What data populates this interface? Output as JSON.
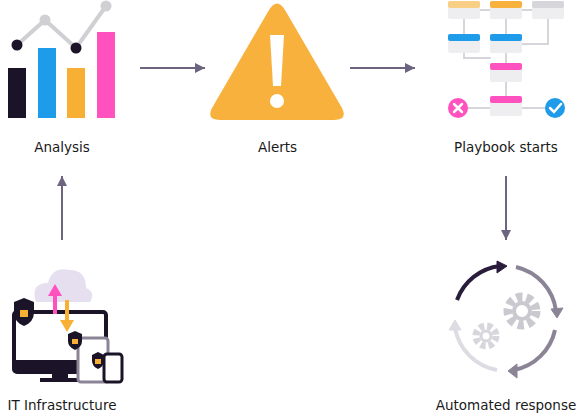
{
  "diagram": {
    "nodes": [
      {
        "text": [
          "Analysis"
        ]
      },
      {
        "text": [
          "Alerts"
        ]
      },
      {
        "text": [
          "Playbook starts"
        ]
      },
      {
        "text": [
          "IT Infrastructure"
        ]
      },
      {
        "text": [
          "Automated response"
        ]
      }
    ],
    "edges": [
      {
        "from": 3,
        "to": 0,
        "arrow": "to"
      },
      {
        "from": 0,
        "to": 1,
        "arrow": "to"
      },
      {
        "from": 1,
        "to": 2,
        "arrow": "to"
      },
      {
        "from": 2,
        "to": 4,
        "arrow": "to"
      }
    ]
  }
}
